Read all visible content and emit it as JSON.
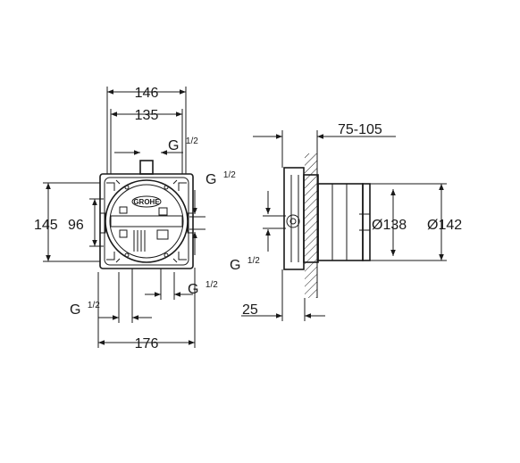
{
  "front_view": {
    "dim_width_outer": "146",
    "dim_width_inner": "135",
    "dim_height_outer": "145",
    "dim_height_inner": "96",
    "dim_bottom": "176",
    "thread_top_base": "G",
    "thread_top_frac": "1/2",
    "thread_right_base": "G",
    "thread_right_frac": "1/2",
    "thread_bottom_right_base": "G",
    "thread_bottom_right_frac": "1/2",
    "thread_bottom_left_base": "G",
    "thread_bottom_left_frac": "1/2",
    "brand_logo": "GROHE"
  },
  "side_view": {
    "dim_depth": "75-105",
    "dim_dia_inner": "Ø138",
    "dim_dia_outer": "Ø142",
    "dim_offset": "25",
    "thread_left_base": "G",
    "thread_left_frac": "1/2"
  },
  "icons": [
    "arrow-icon",
    "hatch-wall-icon"
  ],
  "colors": {
    "line": "#1a1a1a",
    "background": "#ffffff"
  }
}
